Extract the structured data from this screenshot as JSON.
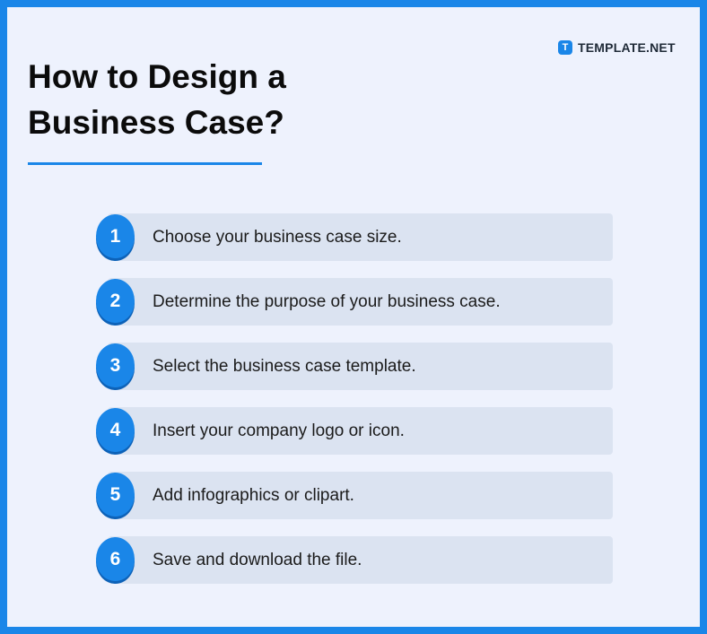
{
  "brand": {
    "icon_letter": "T",
    "name": "TEMPLATE.NET"
  },
  "title": {
    "line1": "How to Design a",
    "line2": "Business Case?"
  },
  "steps": [
    {
      "number": "1",
      "text": "Choose your business case size."
    },
    {
      "number": "2",
      "text": "Determine the purpose of your business case."
    },
    {
      "number": "3",
      "text": "Select the business case template."
    },
    {
      "number": "4",
      "text": "Insert your company logo or icon."
    },
    {
      "number": "5",
      "text": "Add infographics or clipart."
    },
    {
      "number": "6",
      "text": "Save and download the file."
    }
  ],
  "colors": {
    "accent": "#1a86e8",
    "background": "#eef2fd",
    "step_bar": "#dbe3f1"
  }
}
